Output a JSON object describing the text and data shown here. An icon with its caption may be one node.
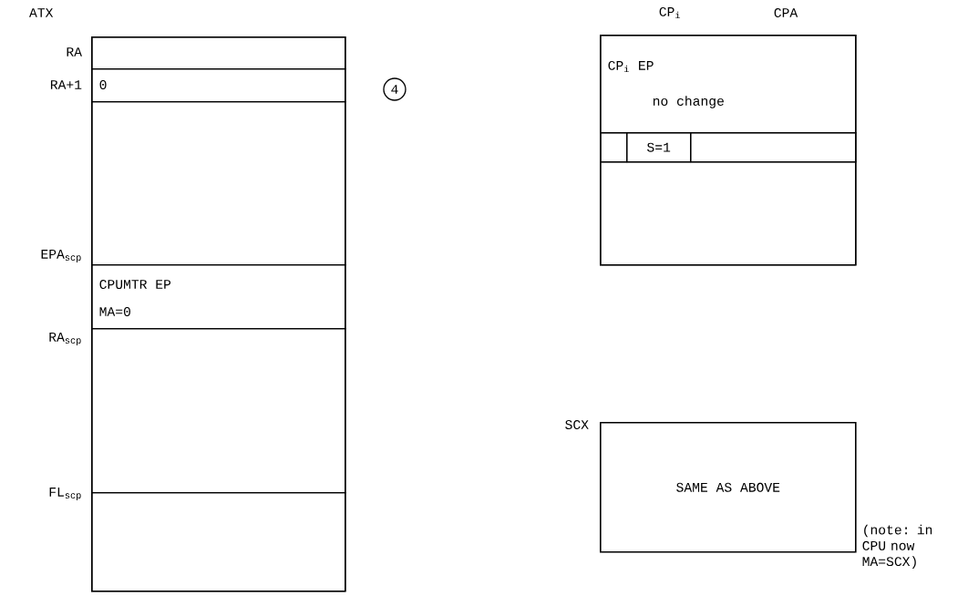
{
  "diagram": {
    "nodes": [
      {
        "text": [],
        "shape": "box",
        "beside": [
          "ATX"
        ]
      },
      {
        "text": [],
        "shape": "box",
        "beside": [
          "RA"
        ],
        "in": 0
      },
      {
        "text": [
          "0"
        ],
        "beside": [
          "RA+1"
        ],
        "in": 0
      },
      {
        "text": [],
        "shape": "box",
        "in": 0
      },
      {
        "text": [
          "CPUMTR EP",
          "MA=0"
        ],
        "beside": [
          "EPA$_{scp}$"
        ],
        "in": 0
      },
      {
        "text": [],
        "shape": "box",
        "beside": [
          "RA$_{scp}$"
        ],
        "in": 0
      },
      {
        "text": [],
        "shape": "box",
        "beside": [
          "FL$_{scp}$"
        ],
        "in": 0
      },
      {
        "text": [
          "4"
        ]
      },
      {
        "text": [],
        "shape": "box",
        "beside": [
          "CP$_{i}$",
          "CPA"
        ]
      },
      {
        "text": [
          "CP$_{i}$ EP",
          "no change"
        ],
        "in": 8
      },
      {
        "text": [],
        "shape": "box",
        "in": 8
      },
      {
        "text": [],
        "shape": "box",
        "in": 10
      },
      {
        "text": [
          "S=1"
        ],
        "in": 10
      },
      {
        "text": [],
        "shape": "box",
        "in": 10
      },
      {
        "text": [],
        "shape": "box",
        "in": 8
      },
      {
        "text": [
          "SAME AS ABOVE"
        ],
        "beside": [
          "SCX"
        ]
      }
    ],
    "labels": [
      "(note: in CPU now MA=SCX)"
    ]
  }
}
